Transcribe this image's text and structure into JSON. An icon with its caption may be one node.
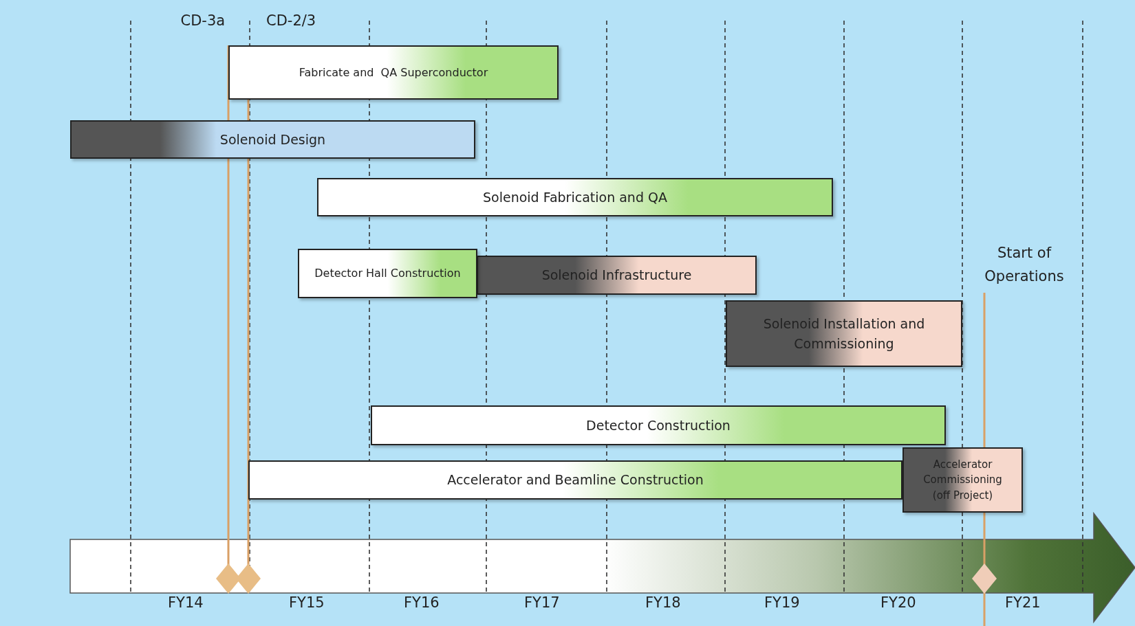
{
  "diagram": {
    "nodes": [
      {
        "text": [
          "Fabricate and  QA Superconductor"
        ]
      },
      {
        "text": [
          "Solenoid Design"
        ]
      },
      {
        "text": [
          "Solenoid Fabrication and QA"
        ]
      },
      {
        "text": [
          "Detector Hall Construction"
        ]
      },
      {
        "text": [
          "Solenoid Infrastructure"
        ]
      },
      {
        "text": [
          "Solenoid Installation and Commissioning"
        ]
      },
      {
        "text": [
          "Detector Construction"
        ]
      },
      {
        "text": [
          "Accelerator and Beamline Construction"
        ]
      },
      {
        "text": [
          "Accelerator Commissioning (off Project)"
        ]
      }
    ],
    "labels": [
      "CD-3a",
      "CD-2/3",
      "Start of Operations",
      "FY14",
      "FY15",
      "FY16",
      "FY17",
      "FY18",
      "FY19",
      "FY20",
      "FY21"
    ]
  }
}
